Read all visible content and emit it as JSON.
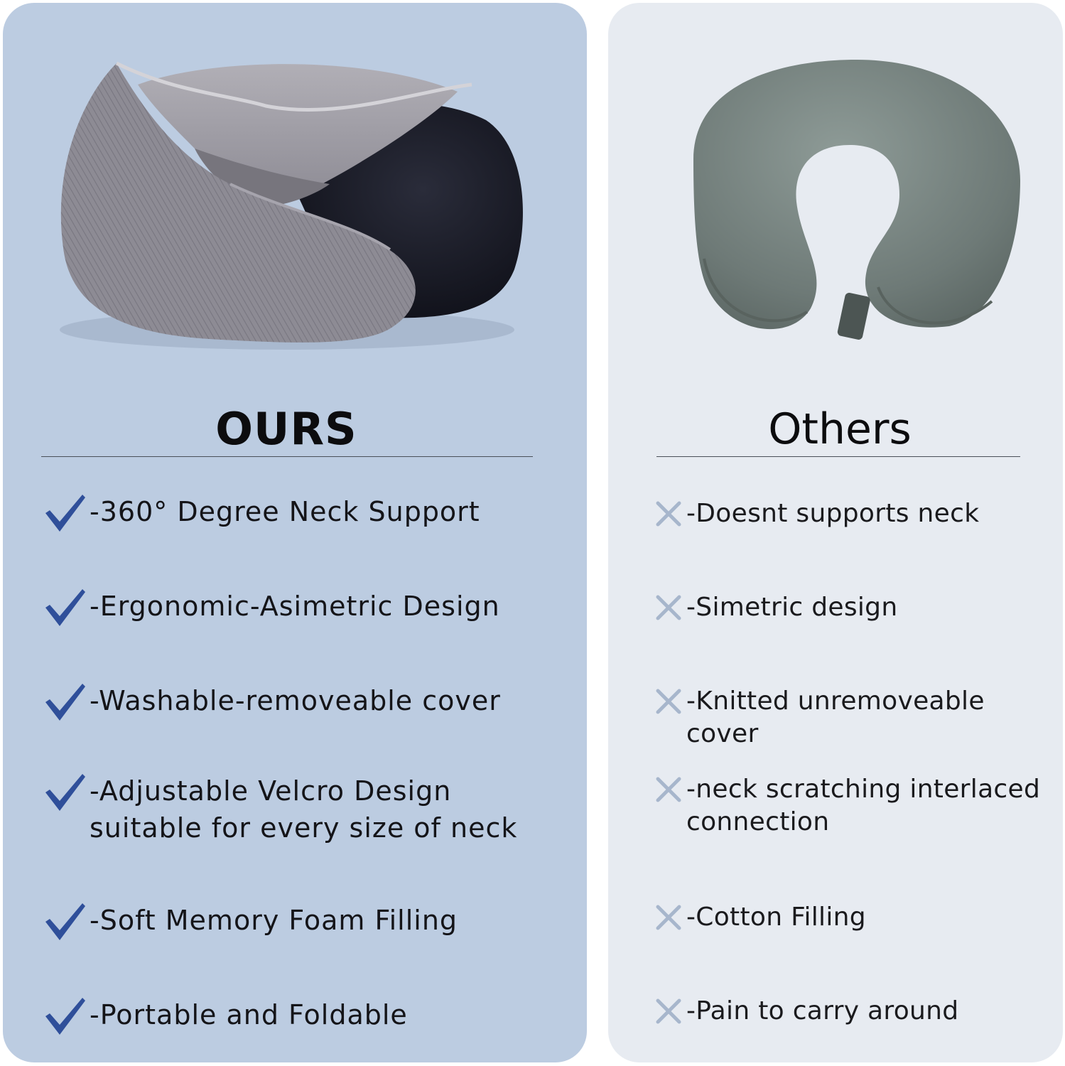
{
  "ours": {
    "heading": "OURS",
    "items": [
      {
        "label": "-360° Degree Neck Support"
      },
      {
        "label": "-Ergonomic-Asimetric Design"
      },
      {
        "label": "-Washable-removeable cover"
      },
      {
        "label": "-Adjustable Velcro Design\n suitable for every size of neck"
      },
      {
        "label": "-Soft Memory Foam Filling"
      },
      {
        "label": "-Portable and Foldable"
      }
    ],
    "icon": "check-icon",
    "icon_color": "#2f4f9a",
    "panel_color": "#bccce1"
  },
  "others": {
    "heading": "Others",
    "items": [
      {
        "label": "-Doesnt supports neck"
      },
      {
        "label": "-Simetric design"
      },
      {
        "label": "-Knitted unremoveable cover"
      },
      {
        "label": "-neck scratching interlaced\n connection"
      },
      {
        "label": "-Cotton Filling"
      },
      {
        "label": "-Pain to carry around"
      }
    ],
    "icon": "cross-icon",
    "icon_color": "#a7b6cc",
    "panel_color": "#e7ebf1"
  }
}
